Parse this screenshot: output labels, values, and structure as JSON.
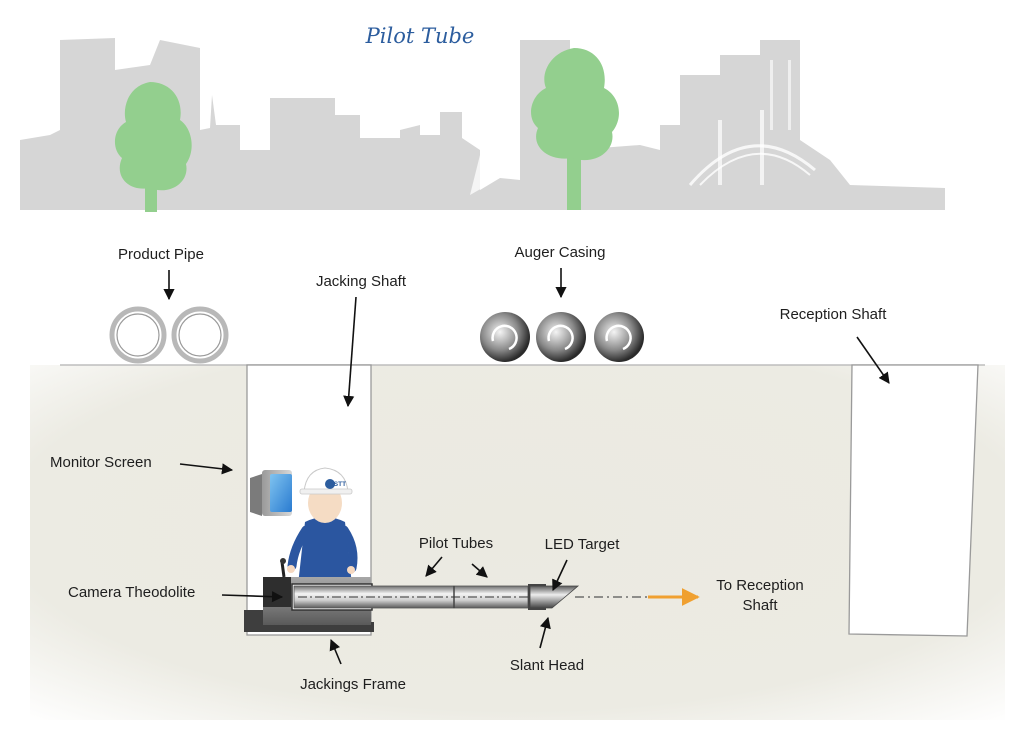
{
  "title": "Pilot Tube",
  "labels": {
    "product_pipe": "Product Pipe",
    "jacking_shaft": "Jacking Shaft",
    "auger_casing": "Auger Casing",
    "reception_shaft": "Reception Shaft",
    "monitor_screen": "Monitor Screen",
    "pilot_tubes": "Pilot Tubes",
    "led_target": "LED Target",
    "camera_theodolite": "Camera Theodolite",
    "to_reception_shaft_line1": "To Reception",
    "to_reception_shaft_line2": "Shaft",
    "slant_head": "Slant Head",
    "jackings_frame": "Jackings Frame"
  },
  "helmet_logo": "ISTT",
  "colors": {
    "skyline": "#d6d6d6",
    "tree": "#93cf8e",
    "soil": "#ebeae2",
    "title": "#2c5d9e",
    "direction_arrow": "#f0a030",
    "worker_suit": "#2b56a0"
  }
}
